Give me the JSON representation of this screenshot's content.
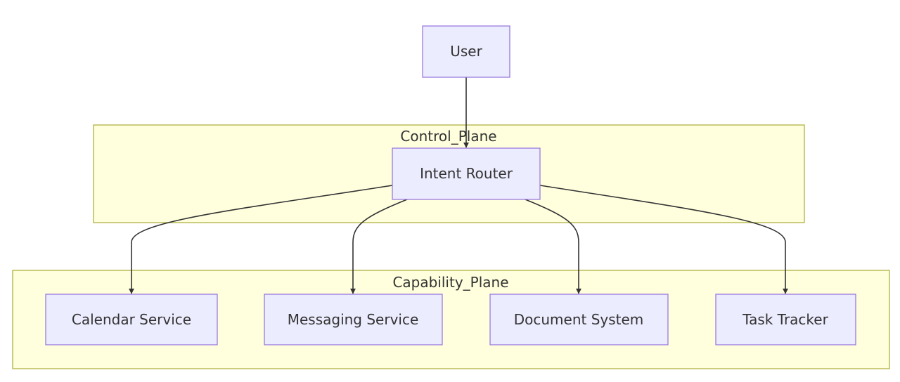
{
  "clusters": {
    "control_plane": "Control_Plane",
    "capability_plane": "Capability_Plane"
  },
  "nodes": {
    "user": "User",
    "intent_router": "Intent Router",
    "calendar_service": "Calendar Service",
    "messaging_service": "Messaging Service",
    "document_system": "Document System",
    "task_tracker": "Task Tracker"
  },
  "edges": [
    {
      "from": "user",
      "to": "intent_router"
    },
    {
      "from": "intent_router",
      "to": "calendar_service"
    },
    {
      "from": "intent_router",
      "to": "messaging_service"
    },
    {
      "from": "intent_router",
      "to": "document_system"
    },
    {
      "from": "intent_router",
      "to": "task_tracker"
    }
  ],
  "colors": {
    "node_fill": "#ececff",
    "node_stroke": "#9370db",
    "cluster_fill": "#ffffde",
    "cluster_stroke": "#aaaa33",
    "edge": "#333333",
    "text": "#333333"
  }
}
